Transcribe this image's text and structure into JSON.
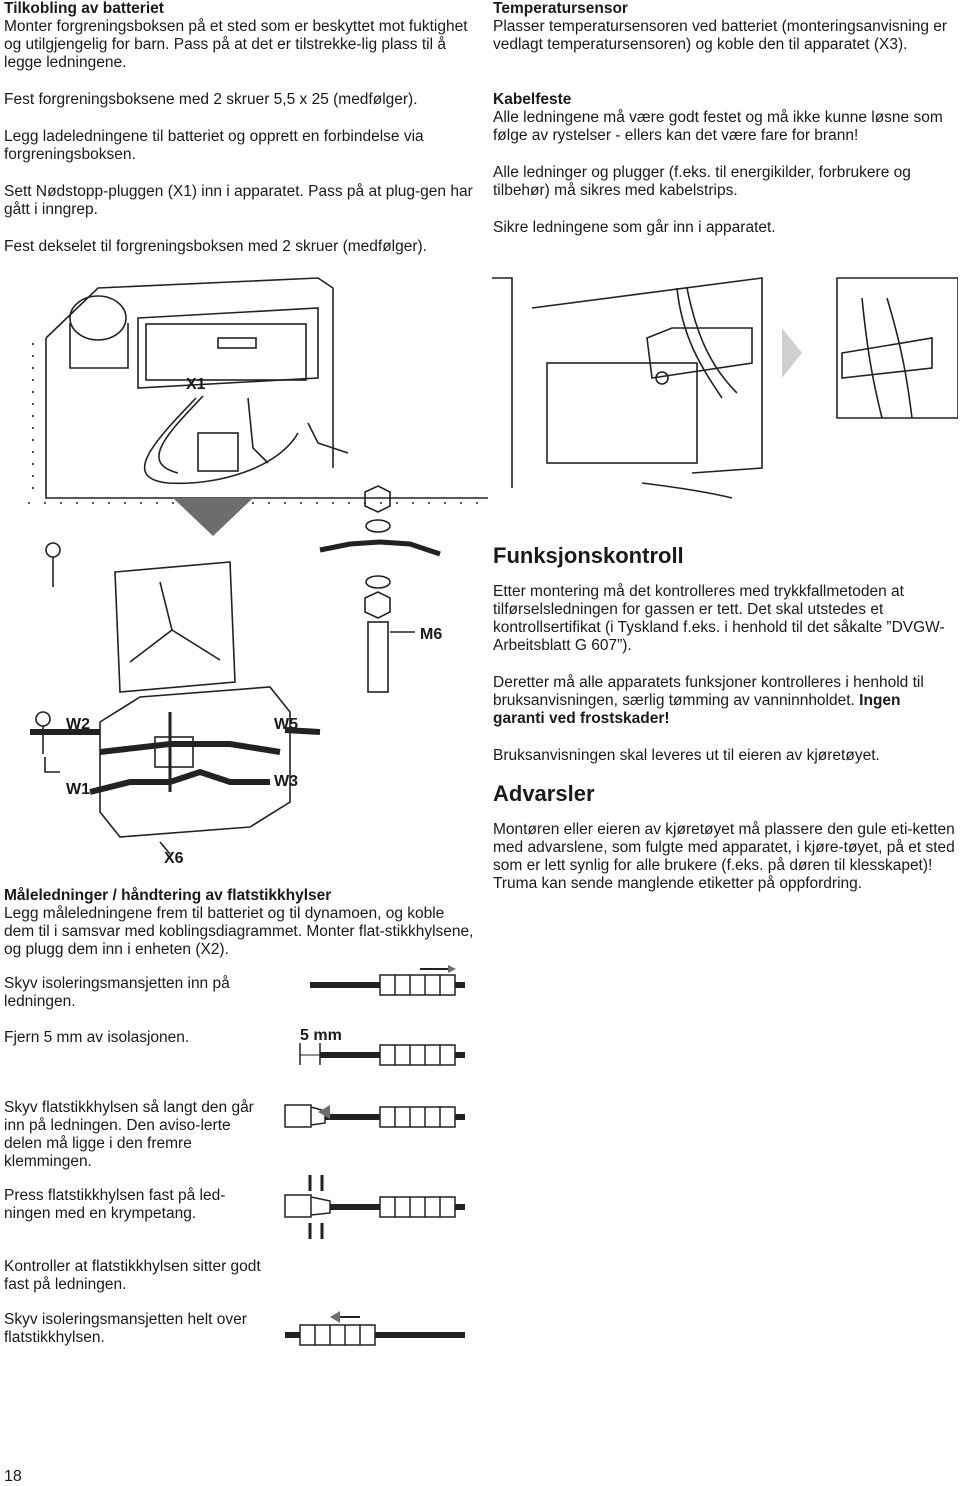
{
  "battery": {
    "heading": "Tilkobling av batteriet",
    "p1": "Monter forgreningsboksen på et sted som er beskyttet mot fuktighet og utilgjengelig for barn. Pass på at det er tilstrekke-lig plass til å legge ledningene.",
    "p2": "Fest forgreningsboksene med 2 skruer 5,5 x 25 (medfølger).",
    "p3": "Legg ladeledningene til batteriet og opprett en forbindelse via forgreningsboksen.",
    "p4": "Sett Nødstopp-pluggen (X1) inn i apparatet. Pass på at plug-gen har gått i inngrep.",
    "p5": "Fest dekselet til forgreningsboksen med 2 skruer (medfølger)."
  },
  "temp": {
    "heading": "Temperatursensor",
    "p1": "Plasser temperatursensoren ved batteriet (monteringsanvisning er vedlagt temperatursensoren) og koble den til apparatet (X3)."
  },
  "cable": {
    "heading": "Kabelfeste",
    "p1": "Alle ledningene må være godt festet og må ikke kunne løsne som følge av rystelser - ellers kan det være fare for brann!",
    "p2": "Alle ledninger og plugger (f.eks. til energikilder, forbrukere og tilbehør) må sikres med kabelstrips.",
    "p3": "Sikre ledningene som går inn i apparatet."
  },
  "figure_labels": {
    "x1": "X1",
    "m6": "M6",
    "w2": "W2",
    "w5": "W5",
    "w1": "W1",
    "w3": "W3",
    "x6": "X6",
    "mm": "5 mm"
  },
  "func": {
    "heading": "Funksjonskontroll",
    "p1": "Etter montering må det kontrolleres med trykkfallmetoden at tilførselsledningen for gassen er tett. Det skal utstedes et kontrollsertifikat (i Tyskland f.eks. i henhold til det såkalte ”DVGW-Arbeitsblatt G 607”).",
    "p2_normal": "Deretter må alle apparatets funksjoner kontrolleres i henhold til bruksanvisningen, særlig tømming av vanninnholdet.",
    "p2_bold": "Ingen garanti ved frostskader!",
    "p3": "Bruksanvisningen skal leveres ut til eieren av kjøretøyet."
  },
  "warn": {
    "heading": "Advarsler",
    "p1": "Montøren eller eieren av kjøretøyet må plassere den gule eti-ketten med advarslene, som fulgte med apparatet, i kjøre-tøyet, på et sted som er lett synlig for alle brukere (f.eks. på døren til klesskapet)! Truma kan sende manglende etiketter på oppfordring."
  },
  "measure": {
    "heading": "Måleledninger / håndtering av flatstikkhylser",
    "p1": "Legg måleledningene frem til batteriet og til dynamoen, og koble dem til i samsvar med koblingsdiagrammet. Monter flat-stikkhylsene, og plugg dem inn i enheten (X2).",
    "s1": "Skyv isoleringsmansjetten inn på ledningen.",
    "s2": "Fjern 5 mm av isolasjonen.",
    "s3": "Skyv flatstikkhylsen så langt den går inn på ledningen. Den aviso-lerte delen må ligge i den fremre klemmingen.",
    "s4": "Press flatstikkhylsen fast på led-ningen med en krympetang.",
    "s5": "Kontroller at flatstikkhylsen sitter godt fast på ledningen.",
    "s6": "Skyv isoleringsmansjetten helt over flatstikkhylsen."
  },
  "page_number": "18"
}
